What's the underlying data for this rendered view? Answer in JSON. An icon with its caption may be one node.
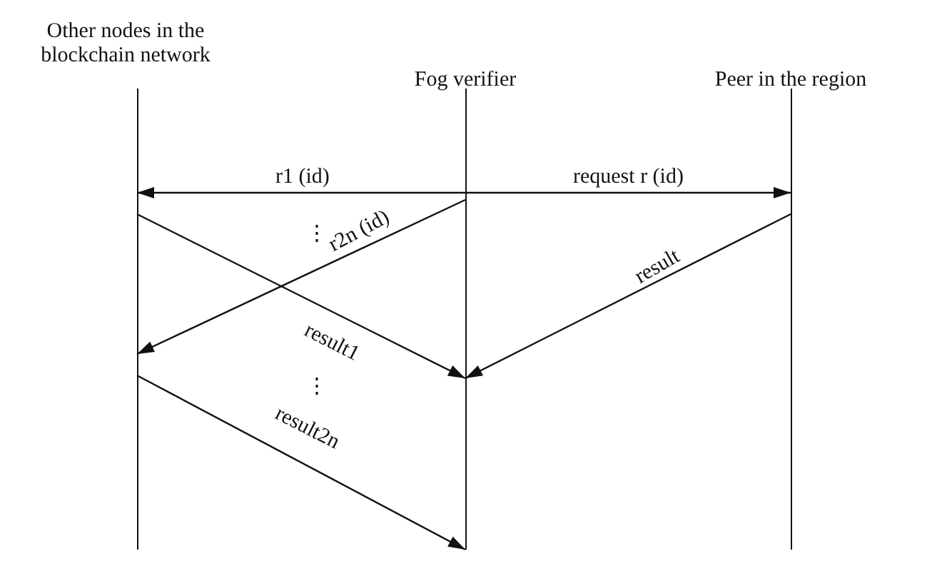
{
  "diagram": {
    "nodes": [
      {
        "text": [
          "Other nodes in the blockchain network"
        ]
      },
      {
        "text": [
          "Fog verifier"
        ]
      },
      {
        "text": [
          "Peer in the region"
        ]
      }
    ],
    "edges": [
      {
        "from": 1,
        "to": 0,
        "arrow": "to",
        "label": "r1 (id)"
      },
      {
        "from": 1,
        "to": 2,
        "arrow": "to",
        "label": "request r (id)"
      },
      {
        "from": 1,
        "to": 0,
        "arrow": "to",
        "label": "r2n (id)"
      },
      {
        "from": 0,
        "to": 1,
        "arrow": "to",
        "label": "result1"
      },
      {
        "from": 2,
        "to": 1,
        "arrow": "to",
        "label": "result"
      },
      {
        "from": 0,
        "to": 1,
        "arrow": "to",
        "label": "result2n"
      }
    ],
    "labels": [
      "⋮",
      "⋮"
    ]
  }
}
